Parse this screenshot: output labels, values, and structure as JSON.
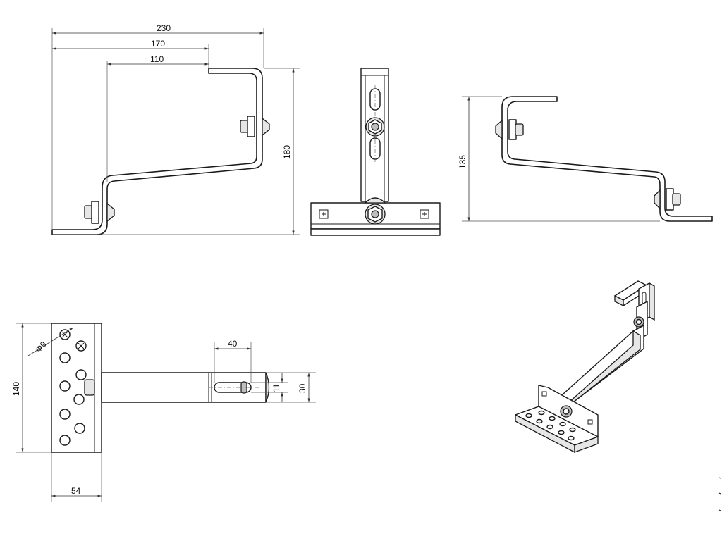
{
  "dimensions": {
    "front_total_width": "230",
    "front_mid_width": "170",
    "front_inner_width": "110",
    "front_height": "180",
    "side_height": "135",
    "hole_diameter": "Φ9",
    "plate_height": "140",
    "slot_length": "40",
    "slot_width": "11",
    "arm_width": "30",
    "plate_width": "54"
  },
  "colors": {
    "stroke": "#1a1a1a",
    "background": "#ffffff"
  }
}
